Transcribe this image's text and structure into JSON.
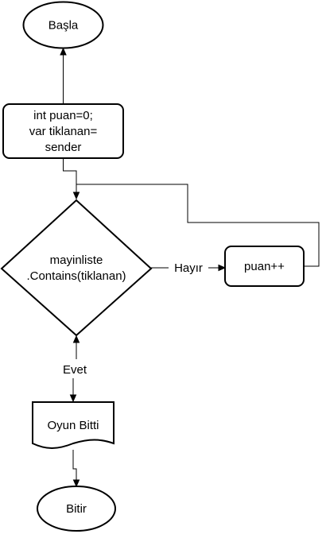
{
  "nodes": {
    "start": {
      "label": "Başla"
    },
    "init": {
      "lines": [
        "int puan=0;",
        "var tiklanan=",
        "sender"
      ]
    },
    "decision": {
      "lines": [
        "mayinliste",
        ".Contains(tiklanan)"
      ]
    },
    "increment": {
      "label": "puan++"
    },
    "gameover": {
      "label": "Oyun Bitti"
    },
    "end": {
      "label": "Bitir"
    }
  },
  "edges": {
    "no_label": "Hayır",
    "yes_label": "Evet"
  }
}
